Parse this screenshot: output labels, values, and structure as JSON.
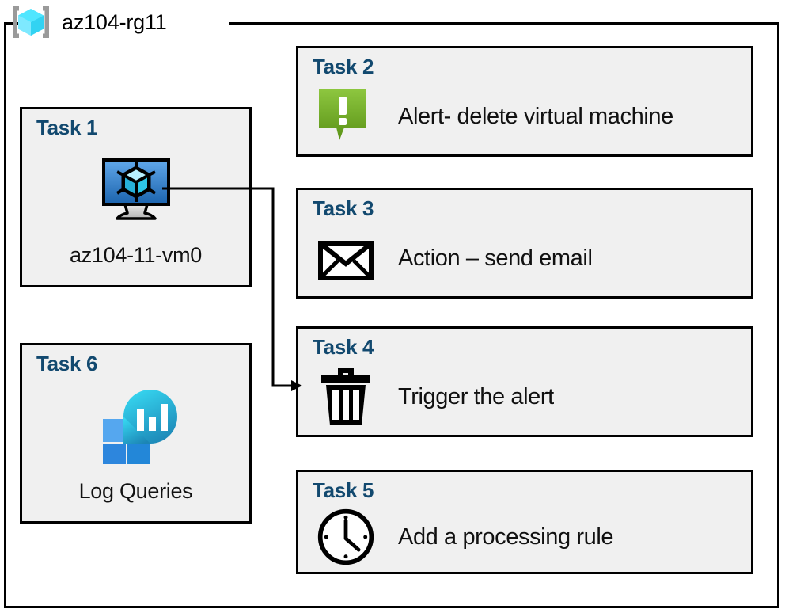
{
  "resource_group": {
    "name": "az104-rg11",
    "icon": "azure-resource-group-cube-icon"
  },
  "colors": {
    "task_title": "#12496f",
    "card_fill": "#f0f0f0",
    "card_border": "#000000",
    "alert_green": "#76bc21",
    "alert_green_dark": "#5a9216",
    "vm_blue": "#3b8fe0",
    "vm_blue_dark": "#1b63ad",
    "log_analytics_teal": "#2fd3e8",
    "log_analytics_blue": "#2387d8",
    "rg_cube_cyan": "#50e6ff",
    "rg_bracket_gray": "#9a9a9a"
  },
  "left_column": [
    {
      "title": "Task 1",
      "caption": "az104-11-vm0",
      "icon": "virtual-machine-icon"
    },
    {
      "title": "Task 6",
      "caption": "Log Queries",
      "icon": "log-analytics-icon"
    }
  ],
  "right_column": [
    {
      "title": "Task 2",
      "caption": "Alert- delete virtual machine",
      "icon": "alert-exclamation-icon"
    },
    {
      "title": "Task 3",
      "caption": "Action – send email",
      "icon": "envelope-icon"
    },
    {
      "title": "Task 4",
      "caption": "Trigger the alert",
      "icon": "trash-can-icon"
    },
    {
      "title": "Task 5",
      "caption": "Add a processing rule",
      "icon": "clock-icon"
    }
  ],
  "connector": {
    "from": "Task 1 virtual machine",
    "to": "Task 4",
    "arrow": "arrow-head-right"
  }
}
